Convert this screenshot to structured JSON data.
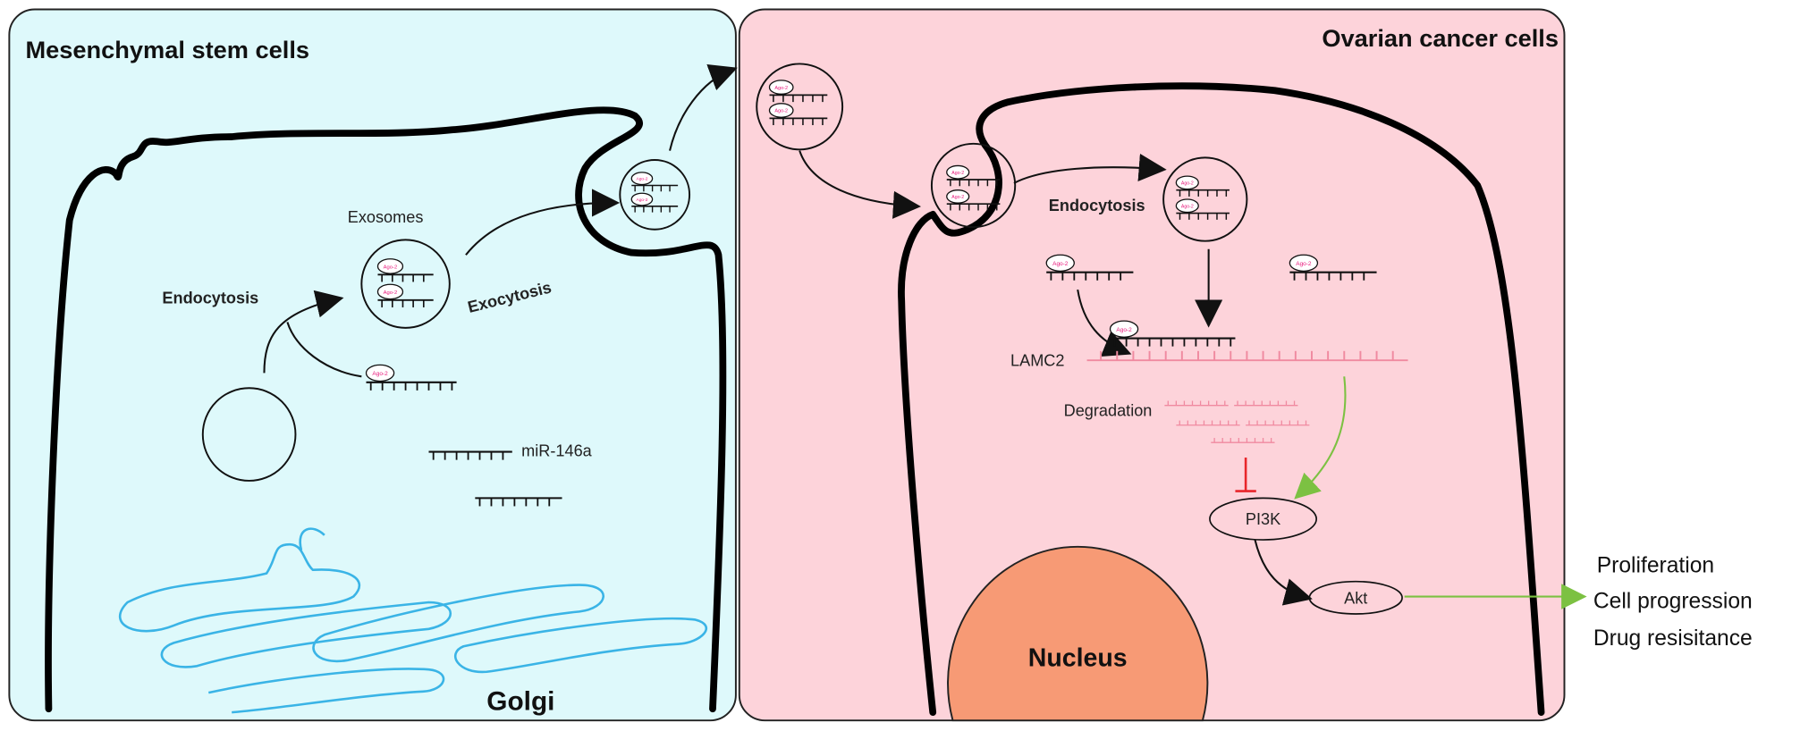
{
  "panels": {
    "left_title": "Mesenchymal stem cells",
    "right_title": "Ovarian cancer cells"
  },
  "labels": {
    "exosomes": "Exosomes",
    "endocytosis_left": "Endocytosis",
    "exocytosis": "Exocytosis",
    "mirna": "miR-146a",
    "golgi": "Golgi",
    "endocytosis_right": "Endocytosis",
    "target": "LAMC2",
    "degradation": "Degradation",
    "pi3k": "PI3K",
    "akt": "Akt",
    "nucleus": "Nucleus",
    "ago": "Ago-2"
  },
  "outcomes": [
    "Proliferation",
    "Cell progression",
    "Drug resisitance"
  ],
  "colors": {
    "left_bg": "#def9fb",
    "right_bg": "#fdd3da",
    "nucleus": "#f79a75",
    "golgi": "#3ab4e6",
    "mrna": "#f08aa0",
    "activation": "#7cc142",
    "inhibition": "#e8262b",
    "ago": "#e8167a"
  }
}
